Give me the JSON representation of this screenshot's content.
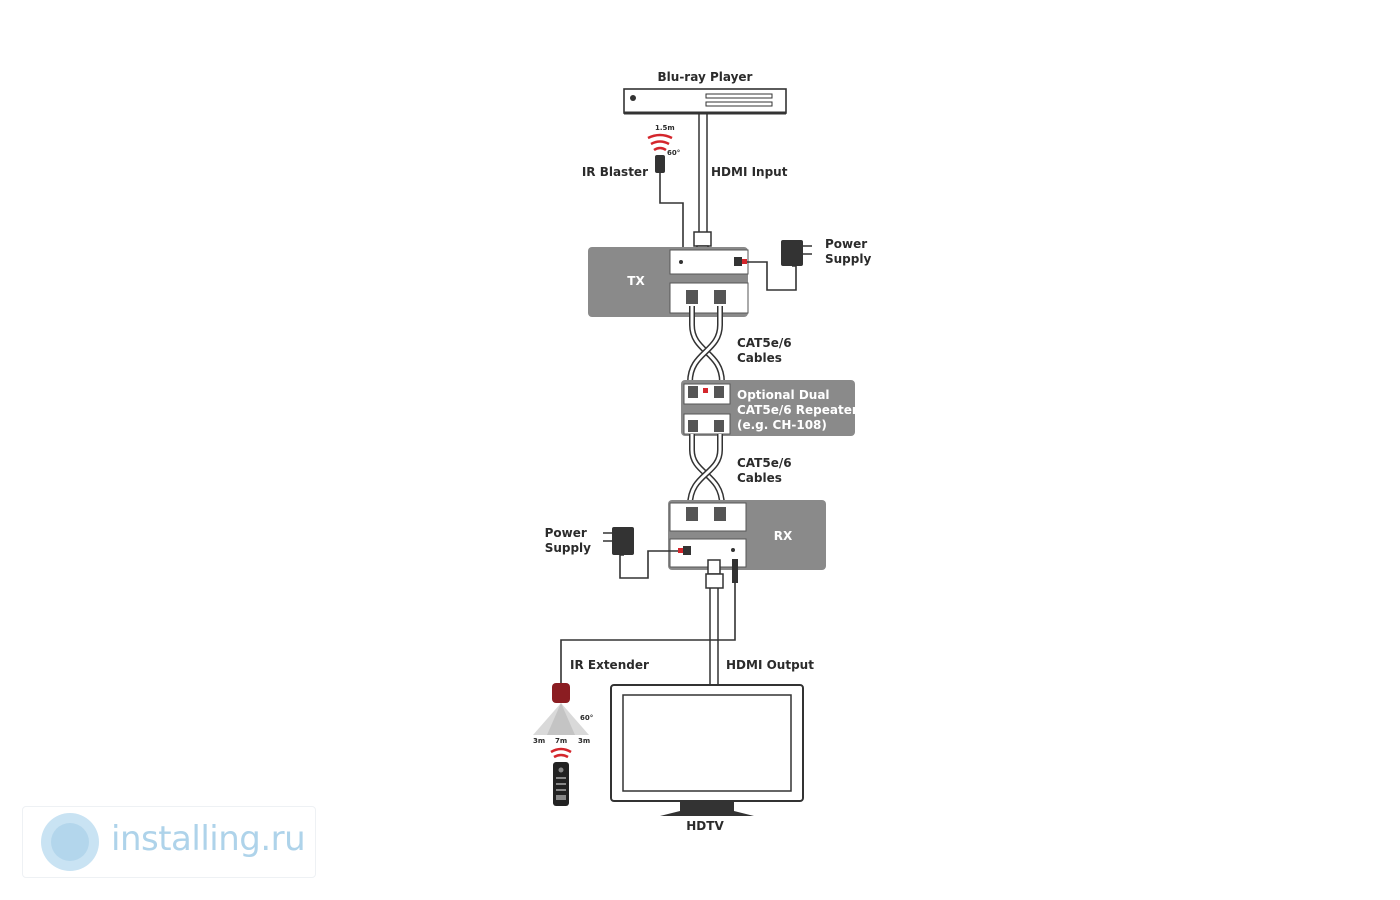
{
  "diagram": {
    "bluray_label": "Blu-ray Player",
    "ir_blaster_label": "IR Blaster",
    "ir_blaster_distance": "1.5m",
    "ir_blaster_angle": "60°",
    "hdmi_input_label": "HDMI Input",
    "tx_label": "TX",
    "power_supply_top": [
      "Power",
      "Supply"
    ],
    "cat_cables_top": [
      "CAT5e/6",
      "Cables"
    ],
    "repeater_label": [
      "Optional Dual",
      "CAT5e/6 Repeater",
      "(e.g. CH-108)"
    ],
    "cat_cables_bottom": [
      "CAT5e/6",
      "Cables"
    ],
    "rx_label": "RX",
    "power_supply_bottom": [
      "Power",
      "Supply"
    ],
    "ir_extender_label": "IR Extender",
    "hdmi_output_label": "HDMI Output",
    "ir_extender_angle": "60°",
    "ir_extender_left": "3m",
    "ir_extender_center": "7m",
    "ir_extender_right": "3m",
    "hdtv_label": "HDTV",
    "colors": {
      "box": "#8a8a8a",
      "accent": "#d4262c",
      "cable": "#3a3a3a"
    }
  },
  "watermark": {
    "text": "installing.ru",
    "icon": "globe-logo-icon"
  }
}
